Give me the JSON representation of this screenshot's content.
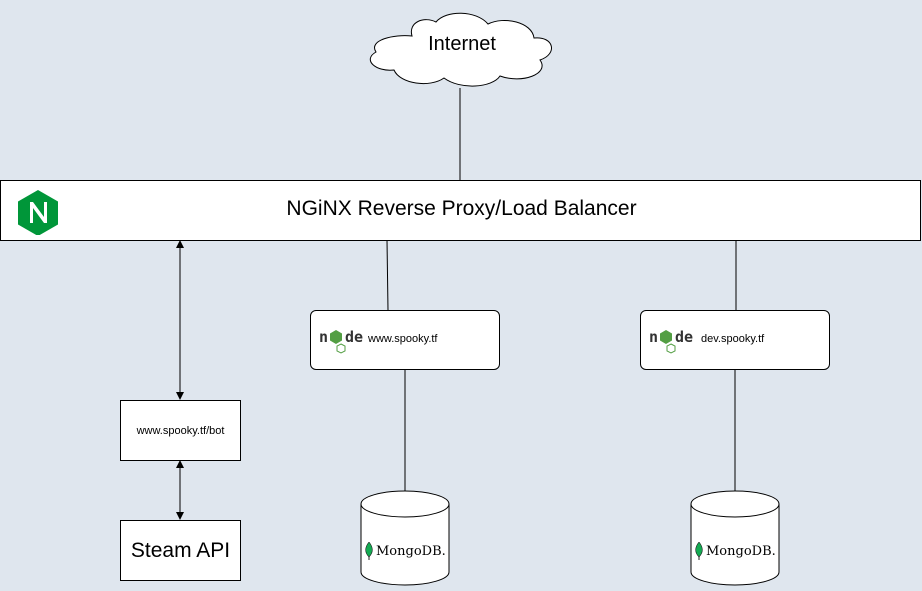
{
  "internet": {
    "label": "Internet"
  },
  "proxy": {
    "title": "NGiNX Reverse Proxy/Load Balancer",
    "icon": "nginx-icon",
    "brand_color": "#009639"
  },
  "servers": [
    {
      "label": "www.spooky.tf",
      "icon": "nodejs-icon"
    },
    {
      "label": "dev.spooky.tf",
      "icon": "nodejs-icon"
    }
  ],
  "bot": {
    "label": "www.spooky.tf/bot"
  },
  "steam": {
    "label": "Steam API"
  },
  "databases": [
    {
      "label": "MongoDB.",
      "icon": "mongodb-leaf-icon"
    },
    {
      "label": "MongoDB.",
      "icon": "mongodb-leaf-icon"
    }
  ],
  "colors": {
    "background": "#dfe6ee",
    "node_green": "#539e43",
    "mongo_leaf": "#13aa52"
  }
}
